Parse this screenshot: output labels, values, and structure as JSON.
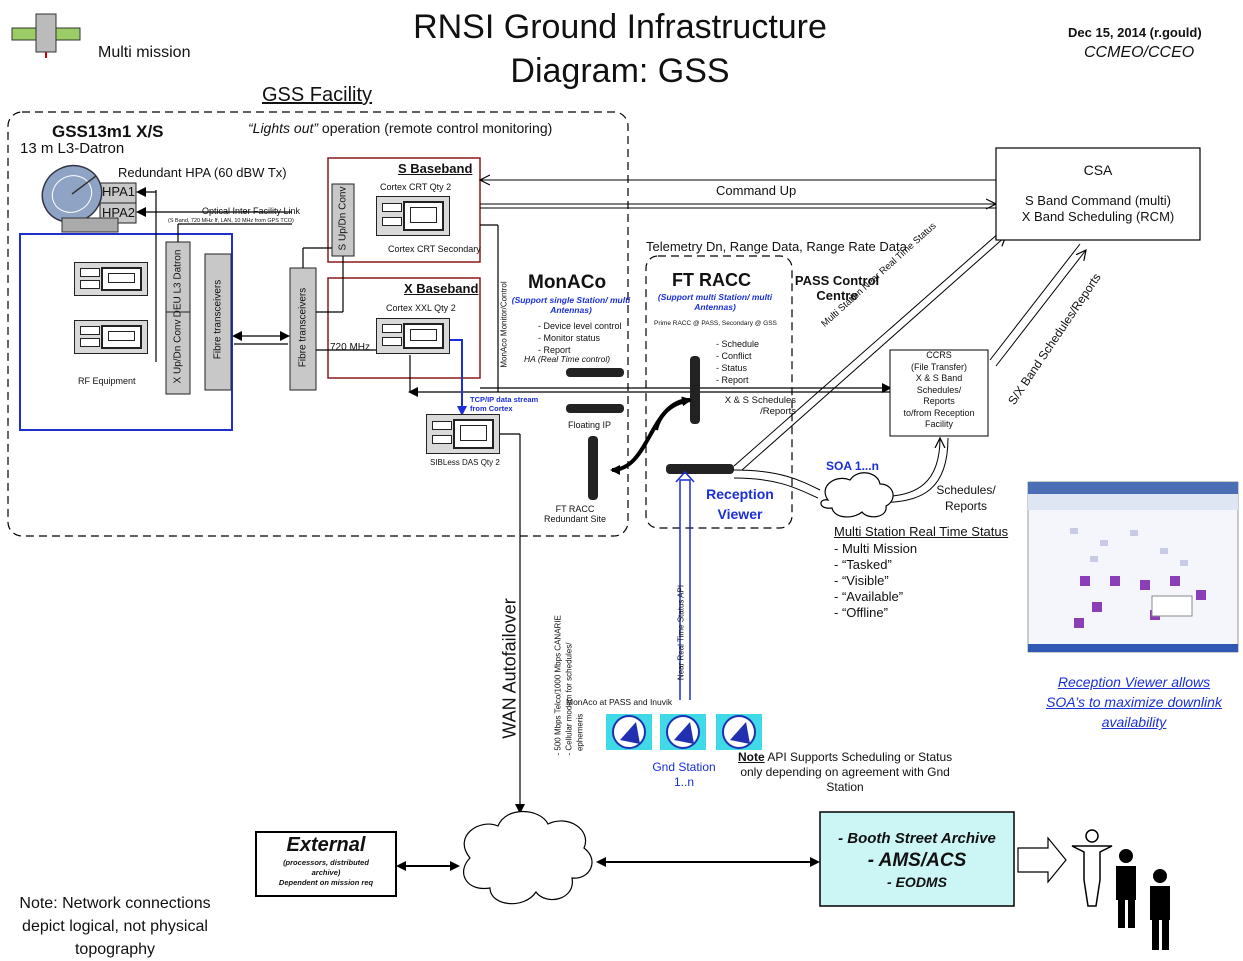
{
  "title_line1": "RNSI Ground Infrastructure",
  "title_line2": "Diagram: GSS",
  "multi_mission": "Multi mission",
  "date": "Dec 15, 2014 (r.gould)",
  "org": "CCMEO/CCEO",
  "gss_facility": "GSS Facility",
  "lights_out_q": "“Lights out”",
  "lights_out_rest": " operation (remote control monitoring)",
  "gss13": "GSS13m1 X/S",
  "l3datron": "13 m L3-Datron",
  "redundant_hpa": "Redundant HPA (60 dBW Tx)",
  "hpa1": "HPA1",
  "hpa2": "HPA2",
  "optical_link": "Optical Inter Facility Link",
  "optical_sub": "(S Band, 720 MHz If, LAN, 10 MHz from GPS TCO)",
  "deu": "DEU L3 Datron",
  "xupdn": "X Up/Dn Conv",
  "fibre1": "Fibre transceivers",
  "fibre2": "Fibre transceivers",
  "rf_equipment": "RF Equipment",
  "s_baseband": "S Baseband",
  "cortex_crt": "Cortex CRT Qty 2",
  "s_updn": "S Up/Dn Conv",
  "cortex_crt_sec": "Cortex CRT Secondary",
  "x_baseband": "X Baseband",
  "cortex_xxl": "Cortex XXL Qty 2",
  "mhz720": "720 MHz",
  "tcpip": "TCP/IP data stream from Cortex",
  "sibless": "SIBLess DAS Qty 2",
  "monaco_vert": "MonAco Monitor/Control",
  "monaco": "MonACo",
  "monaco_sub": "(Support single Station/ multi Antennas)",
  "monaco_list": "- Device level control\n- Monitor status\n- Report",
  "monaco_ha": "HA (Real Time control)",
  "floating_ip": "Floating IP",
  "ftracc_red": "FT RACC Redundant Site",
  "telemetry": "Telemetry Dn, Range Data, Range Rate Data",
  "ftracc": "FT RACC",
  "ftracc_sub": "(Support multi Station/ multi Antennas)",
  "prime_racc": "Prime RACC @ PASS, Secondary @ GSS",
  "ftracc_list": "- Schedule\n- Conflict\n- Status\n- Report",
  "pass_control": "PASS Control Centre",
  "xs_schedules": "X & S Schedules /Reports",
  "reception_viewer": "Reception Viewer",
  "command_up": "Command Up",
  "csa": "CSA",
  "csa_l1": "S Band Command (multi)",
  "csa_l2": "X Band Scheduling (RCM)",
  "multi_nrt": "Multi Station Near Real Time Status",
  "sx_sched": "S/X Band Schedules/Reports",
  "ccrs": "CCRS\n(File Transfer)\nX & S Band\nSchedules/\nReports\nto/from Reception\nFacility",
  "soa": "SOA 1...n",
  "schedules_reports": "Schedules/\nReports",
  "ms_rt_status": "Multi Station Real Time Status",
  "ms_rt_list": "- Multi Mission\n- “Tasked”\n- “Visible”\n- “Available”\n- “Offline”",
  "rv_allows": "Reception Viewer allows\nSOA’s to maximize downlink\navailability",
  "wan": "WAN Autofailover",
  "wan_list": "- 500 Mbps Telco/1000 Mbps CANARIE\n- Cellular modem for schedules/\n  ephemeris",
  "nrt_api": "Near Real Time Status API",
  "monaco_pass": "MonAco at PASS and Inuvik",
  "gnd_station": "Gnd Station\n1..n",
  "note_label": "Note",
  "note_text": " API Supports Scheduling or Status\nonly depending on agreement with Gnd\nStation",
  "external": "External",
  "external_sub": "(processors, distributed\narchive)\nDependent on mission req",
  "booth": "- Booth Street Archive",
  "ams": "- AMS/ACS",
  "eodms": "- EODMS",
  "network_note": "Note: Network connections\ndepict logical, not physical\ntopography",
  "colors": {
    "blue": "#1a2fd6",
    "red_box": "#8b1a1a",
    "cyan_box": "#ccf5f5",
    "blue_box": "#1f2fcc"
  }
}
